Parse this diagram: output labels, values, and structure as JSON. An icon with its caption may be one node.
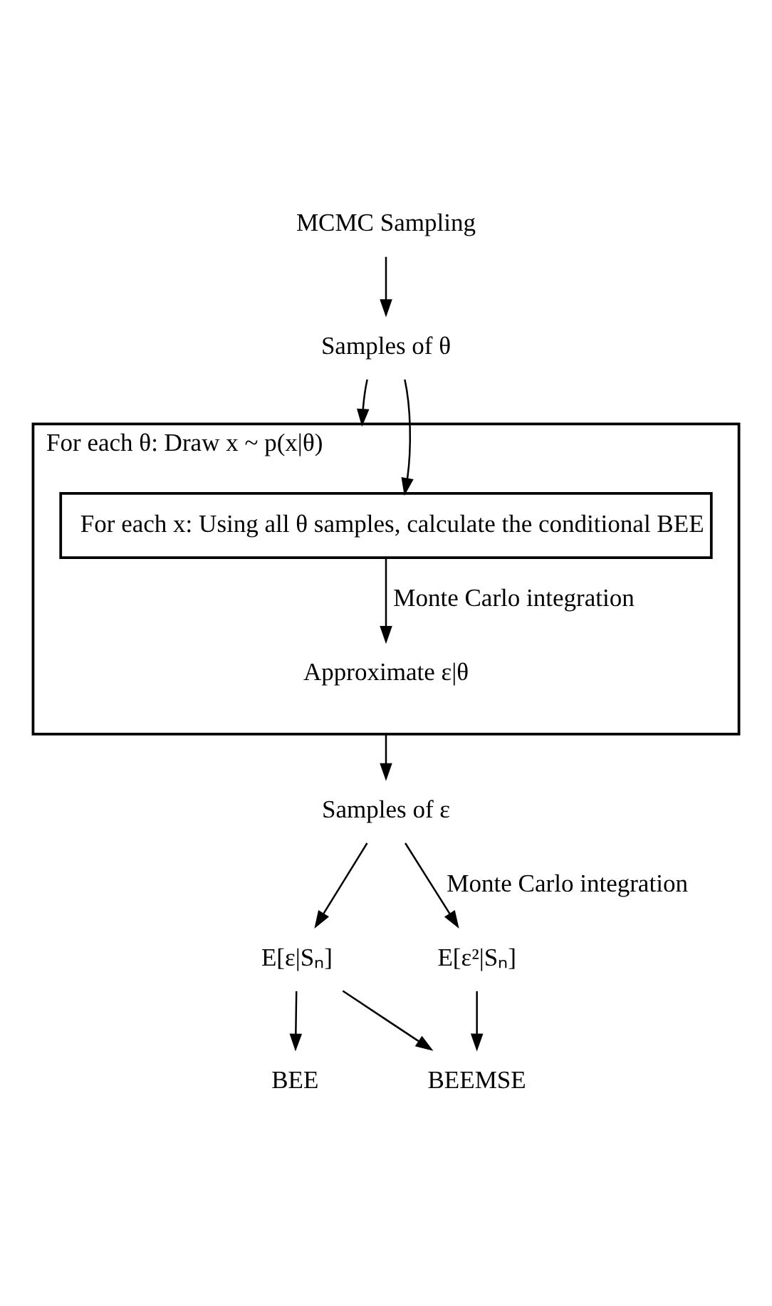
{
  "diagram": {
    "nodes": [
      {
        "text": [
          "MCMC Sampling"
        ]
      },
      {
        "text": [
          "Samples of θ"
        ]
      },
      {
        "text": [
          "For each θ: Draw x ~ p(x|θ)"
        ]
      },
      {
        "text": [
          "For each x: Using all θ samples, calculate the conditional BEE"
        ],
        "in": 2
      },
      {
        "text": [
          "Approximate ε|θ"
        ],
        "in": 2
      },
      {
        "text": [
          "Samples of ε"
        ]
      },
      {
        "text": [
          "E[ε|Sₙ]"
        ]
      },
      {
        "text": [
          "E[ε²|Sₙ]"
        ]
      },
      {
        "text": [
          "BEE"
        ]
      },
      {
        "text": [
          "BEEMSE"
        ]
      }
    ],
    "edges": [
      {
        "from": 0,
        "to": 1,
        "arrow": "to"
      },
      {
        "from": 1,
        "to": 2,
        "arrow": "to"
      },
      {
        "from": 1,
        "to": 3,
        "arrow": "to"
      },
      {
        "from": 3,
        "to": 4,
        "label": "Monte Carlo integration",
        "arrow": "to"
      },
      {
        "from": 2,
        "to": 5,
        "arrow": "to"
      },
      {
        "from": 5,
        "to": 6,
        "arrow": "to"
      },
      {
        "from": 5,
        "to": 7,
        "label": "Monte Carlo integration",
        "arrow": "to"
      },
      {
        "from": 6,
        "to": 8,
        "arrow": "to"
      },
      {
        "from": 6,
        "to": 9,
        "arrow": "to"
      },
      {
        "from": 7,
        "to": 9,
        "arrow": "to"
      }
    ]
  }
}
